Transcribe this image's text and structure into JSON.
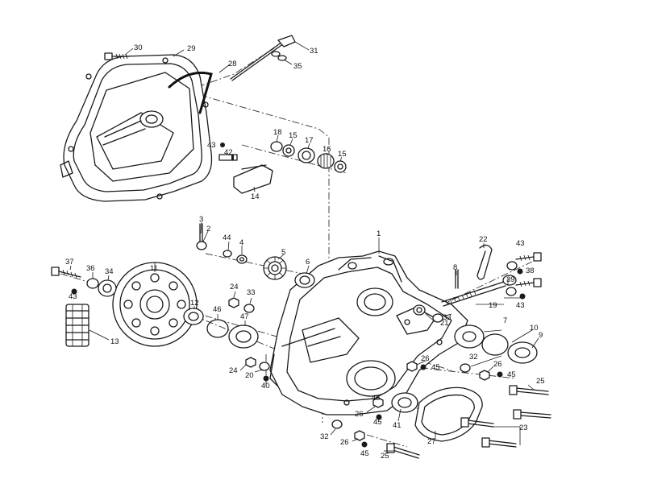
{
  "callouts": [
    {
      "id": "1",
      "label": "1"
    },
    {
      "id": "2",
      "label": "2"
    },
    {
      "id": "3",
      "label": "3"
    },
    {
      "id": "4",
      "label": "4"
    },
    {
      "id": "5",
      "label": "5"
    },
    {
      "id": "6",
      "label": "6"
    },
    {
      "id": "7",
      "label": "7"
    },
    {
      "id": "8",
      "label": "8"
    },
    {
      "id": "9",
      "label": "9"
    },
    {
      "id": "10",
      "label": "10"
    },
    {
      "id": "11",
      "label": "11"
    },
    {
      "id": "12",
      "label": "12"
    },
    {
      "id": "13",
      "label": "13"
    },
    {
      "id": "14",
      "label": "14"
    },
    {
      "id": "15a",
      "label": "15"
    },
    {
      "id": "15b",
      "label": "15"
    },
    {
      "id": "16",
      "label": "16"
    },
    {
      "id": "17",
      "label": "17"
    },
    {
      "id": "18",
      "label": "18"
    },
    {
      "id": "19",
      "label": "19"
    },
    {
      "id": "20",
      "label": "20"
    },
    {
      "id": "21",
      "label": "21"
    },
    {
      "id": "22",
      "label": "22"
    },
    {
      "id": "23",
      "label": "23"
    },
    {
      "id": "24a",
      "label": "24"
    },
    {
      "id": "24b",
      "label": "24"
    },
    {
      "id": "25a",
      "label": "25"
    },
    {
      "id": "25b",
      "label": "25"
    },
    {
      "id": "26a",
      "label": "26"
    },
    {
      "id": "26b",
      "label": "26"
    },
    {
      "id": "26c",
      "label": "26"
    },
    {
      "id": "26d",
      "label": "26"
    },
    {
      "id": "27",
      "label": "27"
    },
    {
      "id": "28",
      "label": "28"
    },
    {
      "id": "29",
      "label": "29"
    },
    {
      "id": "30",
      "label": "30"
    },
    {
      "id": "31",
      "label": "31"
    },
    {
      "id": "32a",
      "label": "32"
    },
    {
      "id": "32b",
      "label": "32"
    },
    {
      "id": "33a",
      "label": "33"
    },
    {
      "id": "33b",
      "label": "33"
    },
    {
      "id": "34",
      "label": "34"
    },
    {
      "id": "35",
      "label": "35"
    },
    {
      "id": "36",
      "label": "36"
    },
    {
      "id": "37",
      "label": "37"
    },
    {
      "id": "38",
      "label": "38"
    },
    {
      "id": "39",
      "label": "39"
    },
    {
      "id": "40",
      "label": "40"
    },
    {
      "id": "41",
      "label": "41"
    },
    {
      "id": "42",
      "label": "42"
    },
    {
      "id": "43a",
      "label": "43"
    },
    {
      "id": "43b",
      "label": "43"
    },
    {
      "id": "43c",
      "label": "43"
    },
    {
      "id": "43d",
      "label": "43"
    },
    {
      "id": "44",
      "label": "44"
    },
    {
      "id": "45a",
      "label": "45"
    },
    {
      "id": "45b",
      "label": "45"
    },
    {
      "id": "45c",
      "label": "45"
    },
    {
      "id": "45d",
      "label": "45"
    },
    {
      "id": "45e",
      "label": "45"
    },
    {
      "id": "46",
      "label": "46"
    },
    {
      "id": "47",
      "label": "47"
    }
  ]
}
